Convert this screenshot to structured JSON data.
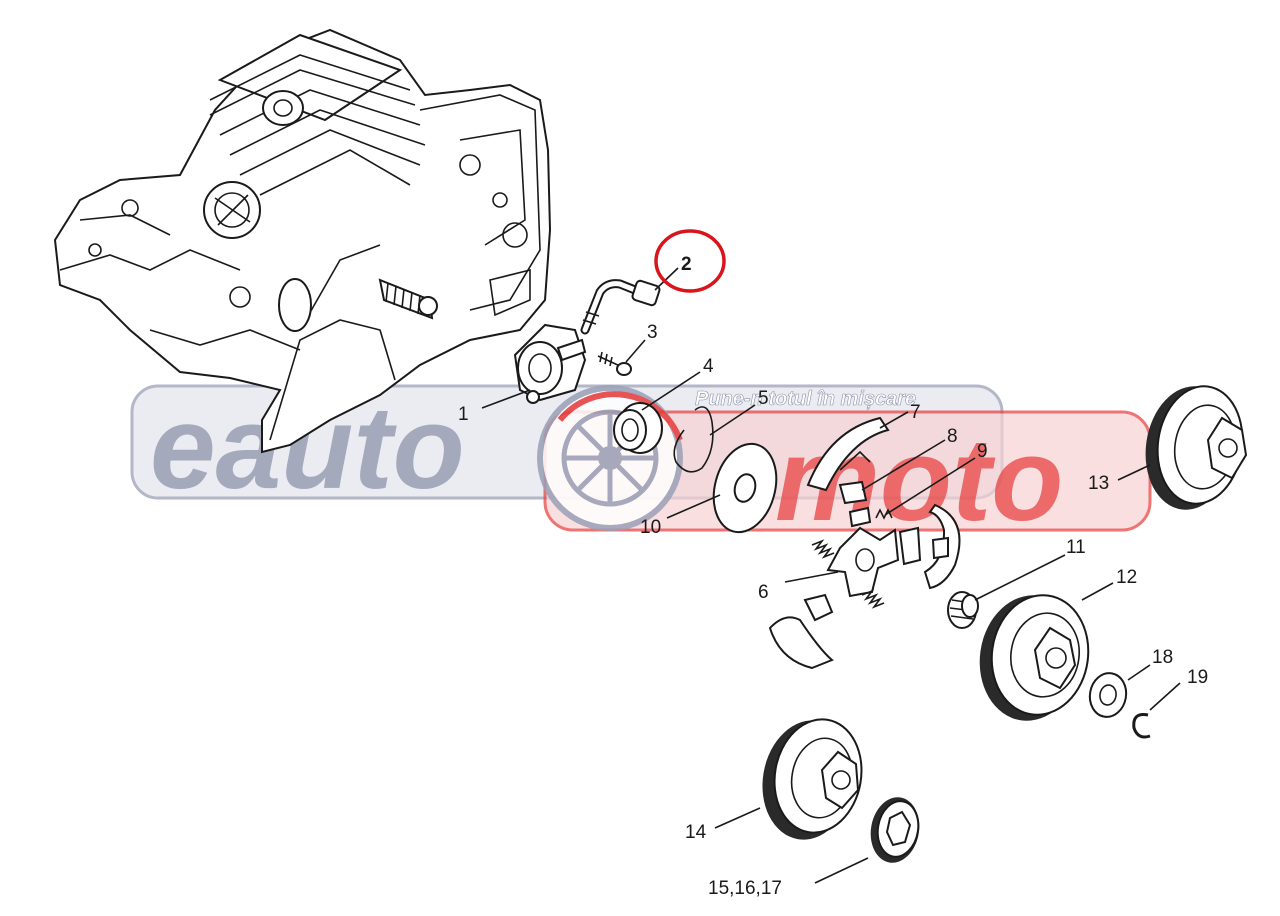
{
  "watermark": {
    "brand_left": "eauto",
    "brand_right": "moto",
    "tagline": "Pune-n totul în mișcare",
    "colors": {
      "grey": "#8a90a8",
      "red": "#e83a3a",
      "grey_fill": "#d9dbe4",
      "red_fill": "#f4c4c4"
    }
  },
  "highlight": {
    "part": "2",
    "color": "#d8151b"
  },
  "callouts": [
    {
      "id": "1",
      "text": "1"
    },
    {
      "id": "2",
      "text": "2"
    },
    {
      "id": "3",
      "text": "3"
    },
    {
      "id": "4",
      "text": "4"
    },
    {
      "id": "5",
      "text": "5"
    },
    {
      "id": "6",
      "text": "6"
    },
    {
      "id": "7",
      "text": "7"
    },
    {
      "id": "8",
      "text": "8"
    },
    {
      "id": "9",
      "text": "9"
    },
    {
      "id": "10",
      "text": "10"
    },
    {
      "id": "11",
      "text": "11"
    },
    {
      "id": "12",
      "text": "12"
    },
    {
      "id": "13",
      "text": "13"
    },
    {
      "id": "14",
      "text": "14"
    },
    {
      "id": "15-16-17",
      "text": "15,16,17"
    },
    {
      "id": "18",
      "text": "18"
    },
    {
      "id": "19",
      "text": "19"
    }
  ]
}
